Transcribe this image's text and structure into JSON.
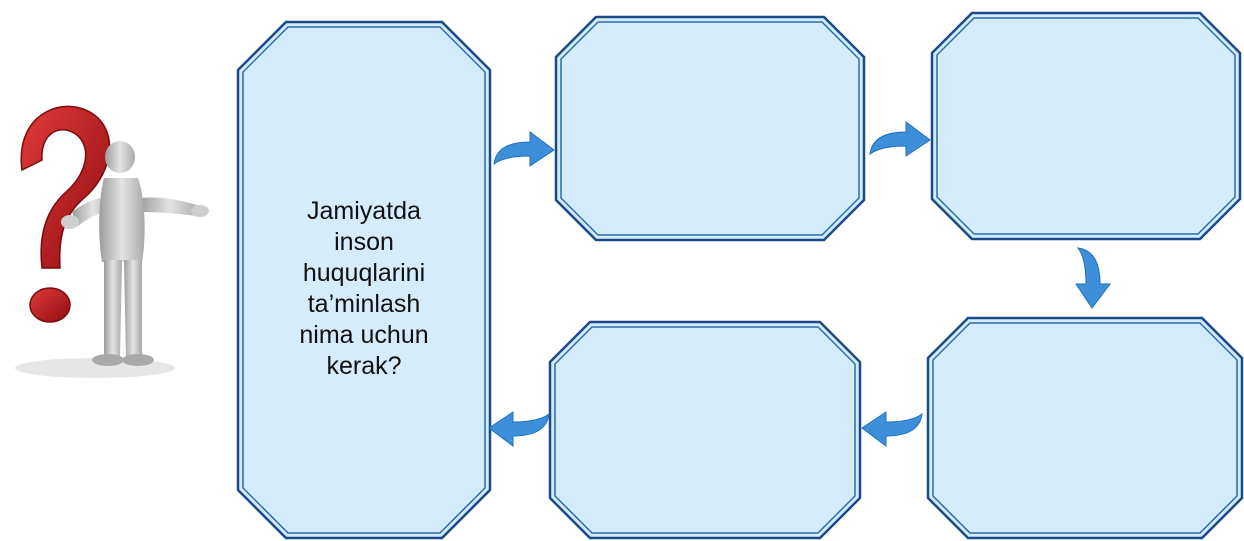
{
  "colors": {
    "box_fill": "#d4ecfb",
    "box_outer_stroke": "#1a4a8a",
    "box_inner_stroke": "#2b6cb0",
    "arrow_fill": "#3d8fd9",
    "arrow_dark": "#1f6fbf",
    "question_mark": "#c4161c",
    "figure": "#bdbdbd"
  },
  "icons": {
    "thinker": "question-mark-person-icon"
  },
  "question_box": {
    "lines": [
      "Jamiyatda",
      "inson",
      "huquqlarini",
      "ta’minlash",
      "nima uchun",
      "kerak?"
    ]
  },
  "answer_boxes": [
    "",
    "",
    "",
    ""
  ]
}
